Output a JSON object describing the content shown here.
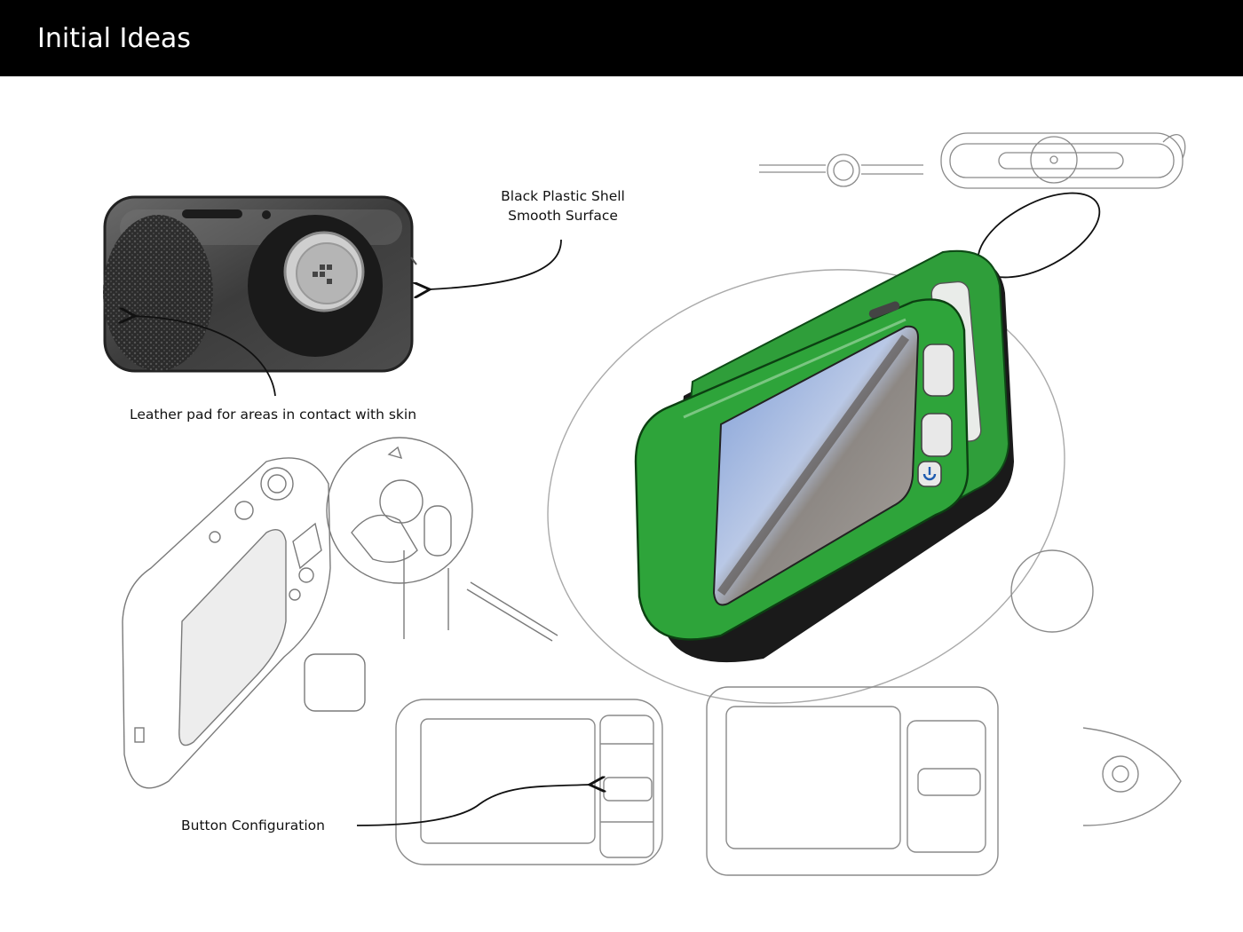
{
  "header": {
    "title": "Initial Ideas"
  },
  "annotations": {
    "shell_line1": "Black Plastic Shell",
    "shell_line2": "Smooth Surface",
    "leather": "Leather pad for areas in contact with skin",
    "buttons": "Button Configuration"
  },
  "colors": {
    "header_bg": "#000000",
    "device_green": "#2f9e3a",
    "shell_black": "#3a3a3a",
    "pencil": "#8a8a8a"
  },
  "icons": [
    "power-icon",
    "arrow-icon"
  ]
}
